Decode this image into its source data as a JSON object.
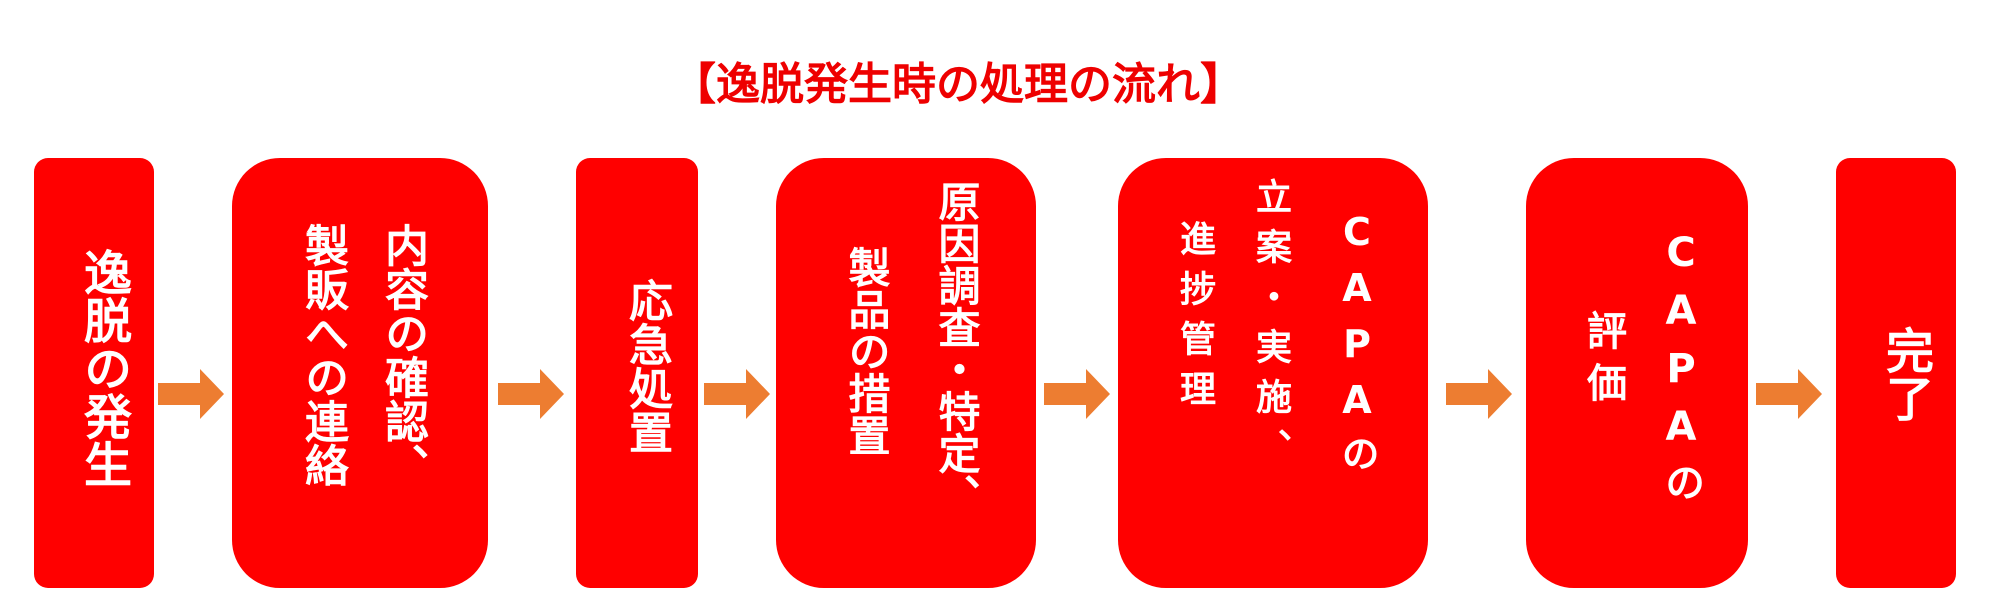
{
  "diagram": {
    "title": "【逸脱発生時の処理の流れ】",
    "steps": [
      {
        "lines": [
          "逸脱の発生"
        ]
      },
      {
        "lines": [
          "内容の確認、",
          "製販への連絡"
        ]
      },
      {
        "lines": [
          "応急処置"
        ]
      },
      {
        "lines": [
          "原因調査・特定、",
          "製品の措置"
        ]
      },
      {
        "lines": [
          "CAPAの",
          "立案・実施、",
          "進捗管理"
        ]
      },
      {
        "lines": [
          "CAPAの",
          "評価"
        ]
      },
      {
        "lines": [
          "完了"
        ]
      }
    ],
    "colors": {
      "box": "#ff0000",
      "arrow": "#ed7d31",
      "title": "#ee0000",
      "text": "#ffffff"
    },
    "arrow_icon": "right-arrow-icon"
  }
}
